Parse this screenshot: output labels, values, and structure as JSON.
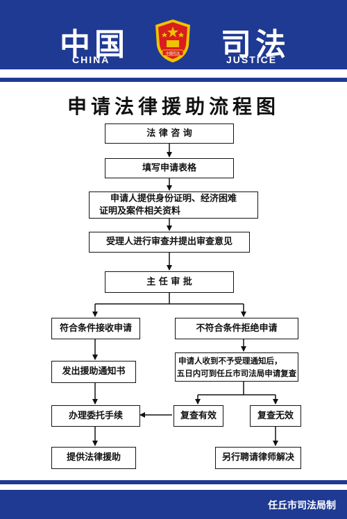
{
  "header": {
    "left_cn": "中国",
    "left_en": "CHINA",
    "right_cn": "司法",
    "right_en": "JUSTICE",
    "emblem_text": "中国司法"
  },
  "title": "申请法律援助流程图",
  "steps": {
    "consult": "法 律 咨 询",
    "fill_form": "填写申请表格",
    "provide_docs_line1": "申请人提供身份证明、经济困难",
    "provide_docs_line2": "证明及案件相关资料",
    "review": "受理人进行审查并提出审查意见",
    "approve": "主 任 审 批",
    "accept": "符合条件接收申请",
    "reject": "不符合条件拒绝申请",
    "notice": "发出援助通知书",
    "reexam_line1": "申请人收到不予受理通知后，",
    "reexam_line2": "五日内可到任丘市司法局申请复查",
    "entrust": "办理委托手续",
    "reexam_valid": "复查有效",
    "reexam_invalid": "复查无效",
    "provide_aid": "提供法律援助",
    "hire_lawyer": "另行聘请律师解决"
  },
  "footer": {
    "text": "任丘市司法局制"
  },
  "colors": {
    "brand_blue": "#1f3a93",
    "emblem_red": "#d81e1e",
    "emblem_gold": "#f2c200"
  }
}
